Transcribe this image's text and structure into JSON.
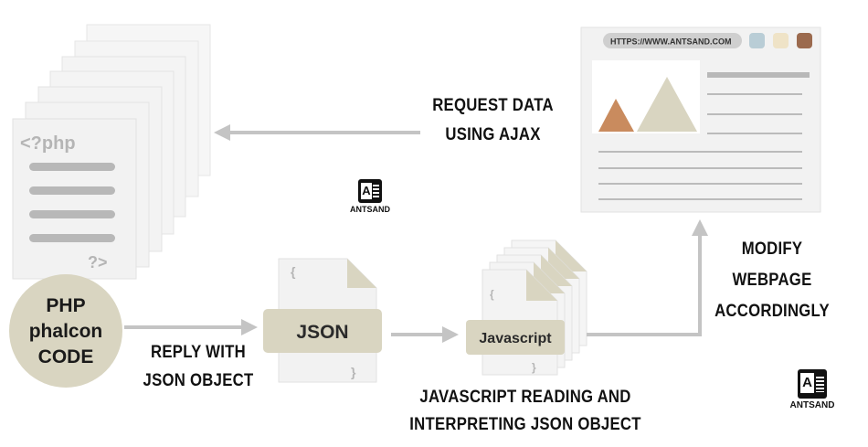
{
  "php_code_tag": "<?php",
  "php_code_close": "?>",
  "php_badge": [
    "PHP",
    "phalcon",
    "CODE"
  ],
  "json_label": "JSON",
  "json_brace_open": "{",
  "json_brace_close": "}",
  "js_label": "Javascript",
  "browser_url": "HTTPS://WWW.ANTSAND.COM",
  "captions": {
    "request": [
      "REQUEST DATA",
      "USING AJAX"
    ],
    "reply": [
      "REPLY WITH",
      "JSON OBJECT"
    ],
    "js_reading": [
      "JAVASCRIPT READING AND",
      "INTERPRETING JSON OBJECT"
    ],
    "modify": [
      "MODIFY",
      "WEBPAGE",
      "ACCORDINGLY"
    ]
  },
  "logo_text": "ANTSAND",
  "colors": {
    "arrow": "#c4c4c4",
    "beige": "#d9d5c1",
    "beige_dark": "#cfcab3",
    "text_grey": "#b3b3b3",
    "paper": "#f3f3f3",
    "terracotta": "#c98b5e",
    "dot_blue": "#b9cdd6",
    "dot_cream": "#efe3c7",
    "dot_brown": "#9b6a4e"
  }
}
